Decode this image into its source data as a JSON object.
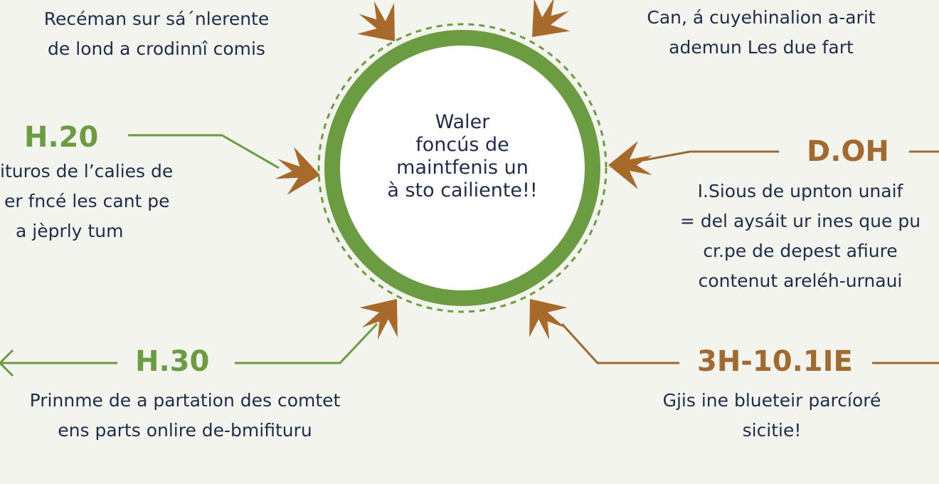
{
  "colors": {
    "background": "#f3f4ee",
    "ring": "#6c9c42",
    "dashed_ring": "#6c9c42",
    "arrow_brown": "#a86a2a",
    "connector_green": "#6c9c42",
    "connector_brown": "#9a6a35",
    "text_dark": "#1f2c4a",
    "heading_green": "#6c9c42",
    "heading_brown": "#a06a30"
  },
  "center": {
    "lines": [
      "Waler",
      "foncús de",
      "maintfenis un",
      "à sto cailiente!!"
    ]
  },
  "nodes": {
    "top_left": {
      "lines": [
        "Recéman sur sá´nlerente",
        "de lond a crodinnî comis"
      ]
    },
    "top_right": {
      "lines": [
        "Can, á cuyehinalion a-arit",
        "ademun Les due fart"
      ]
    },
    "left_mid": {
      "heading": "H.20",
      "lines": [
        "ituros de l’calies de",
        "er fncé les cant pe",
        "a jèprly tum"
      ]
    },
    "right_mid": {
      "heading": "D.OH",
      "lines": [
        "I.Sious de upnton unaif",
        "= del aysáit ur ines que pu",
        "cr.pe de depest afiure",
        "contenut areléh-urnaui"
      ]
    },
    "bottom_left": {
      "heading": "H.30",
      "lines": [
        "Prinnme de a partation des comtet",
        "ens parts onlire de-bmifituru"
      ]
    },
    "bottom_right": {
      "heading": "3H-10.1IE",
      "lines": [
        "Gjis ine blueteir parcíoré",
        "sicitie!"
      ]
    }
  }
}
